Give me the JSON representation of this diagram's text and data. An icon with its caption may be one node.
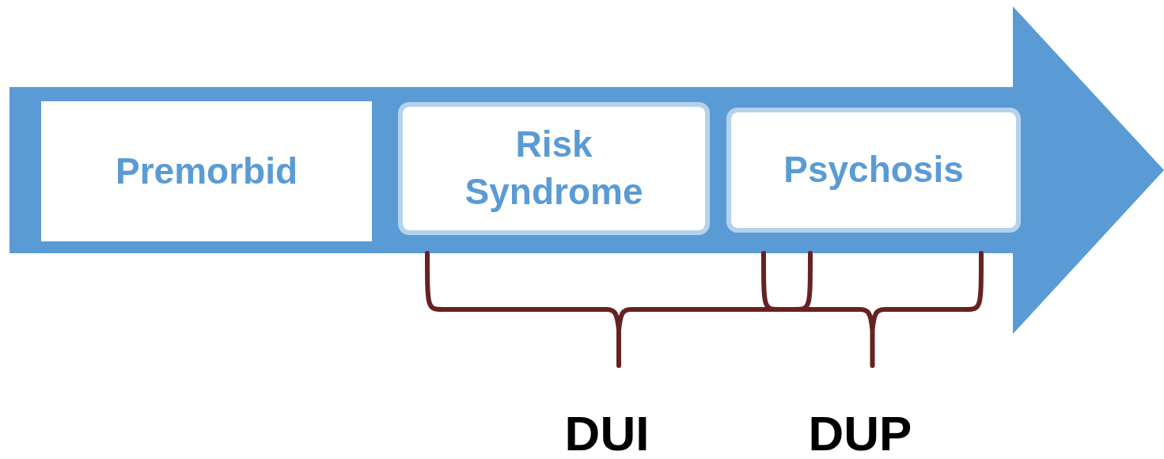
{
  "diagram": {
    "nodes": [
      {
        "text": [],
        "shape": "arrow"
      },
      {
        "text": [
          "Premorbid"
        ],
        "in": 0
      },
      {
        "text": [
          "Risk Syndrome"
        ],
        "in": 0
      },
      {
        "text": [
          "Psychosis"
        ],
        "in": 0
      }
    ],
    "labels": [
      "DUI",
      "DUP"
    ]
  }
}
